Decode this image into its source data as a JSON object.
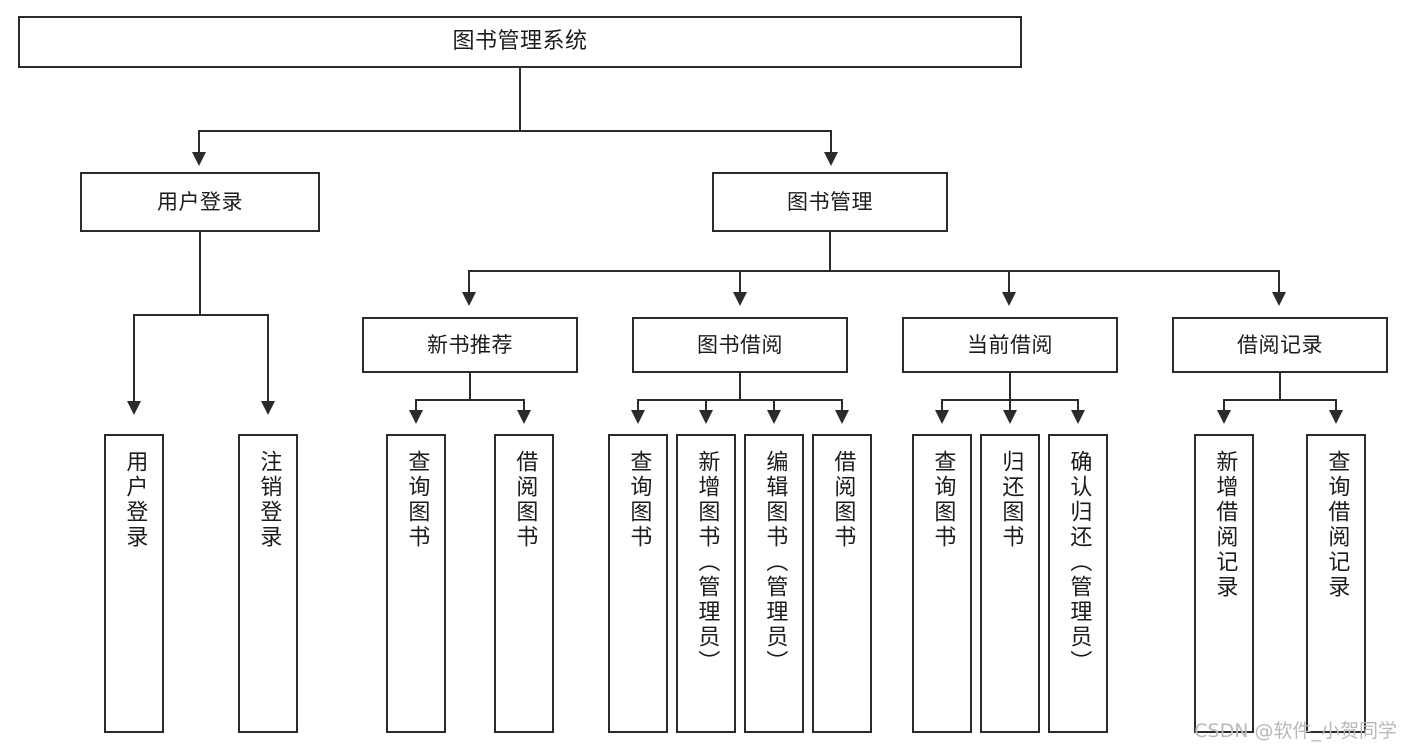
{
  "diagram": {
    "type": "tree",
    "title": "图书管理系统功能结构图",
    "background": "#ffffff",
    "line_color": "#2b2b2b",
    "text_color": "#1c1c1c"
  },
  "root": {
    "label": "图书管理系统"
  },
  "level2": [
    {
      "label": "用户登录"
    },
    {
      "label": "图书管理"
    }
  ],
  "level3": [
    {
      "label": "新书推荐"
    },
    {
      "label": "图书借阅"
    },
    {
      "label": "当前借阅"
    },
    {
      "label": "借阅记录"
    }
  ],
  "leaves": {
    "user_login": [
      {
        "label": "用户登录"
      },
      {
        "label": "注销登录"
      }
    ],
    "new_book": [
      {
        "label": "查询图书"
      },
      {
        "label": "借阅图书"
      }
    ],
    "book_borrow": [
      {
        "label": "查询图书"
      },
      {
        "label": "新增图书（管理员）"
      },
      {
        "label": "编辑图书（管理员）"
      },
      {
        "label": "借阅图书"
      }
    ],
    "current_borrow": [
      {
        "label": "查询图书"
      },
      {
        "label": "归还图书"
      },
      {
        "label": "确认归还（管理员）"
      }
    ],
    "borrow_record": [
      {
        "label": "新增借阅记录"
      },
      {
        "label": "查询借阅记录"
      }
    ]
  },
  "watermark": {
    "text": "CSDN @软件_小贺同学"
  }
}
